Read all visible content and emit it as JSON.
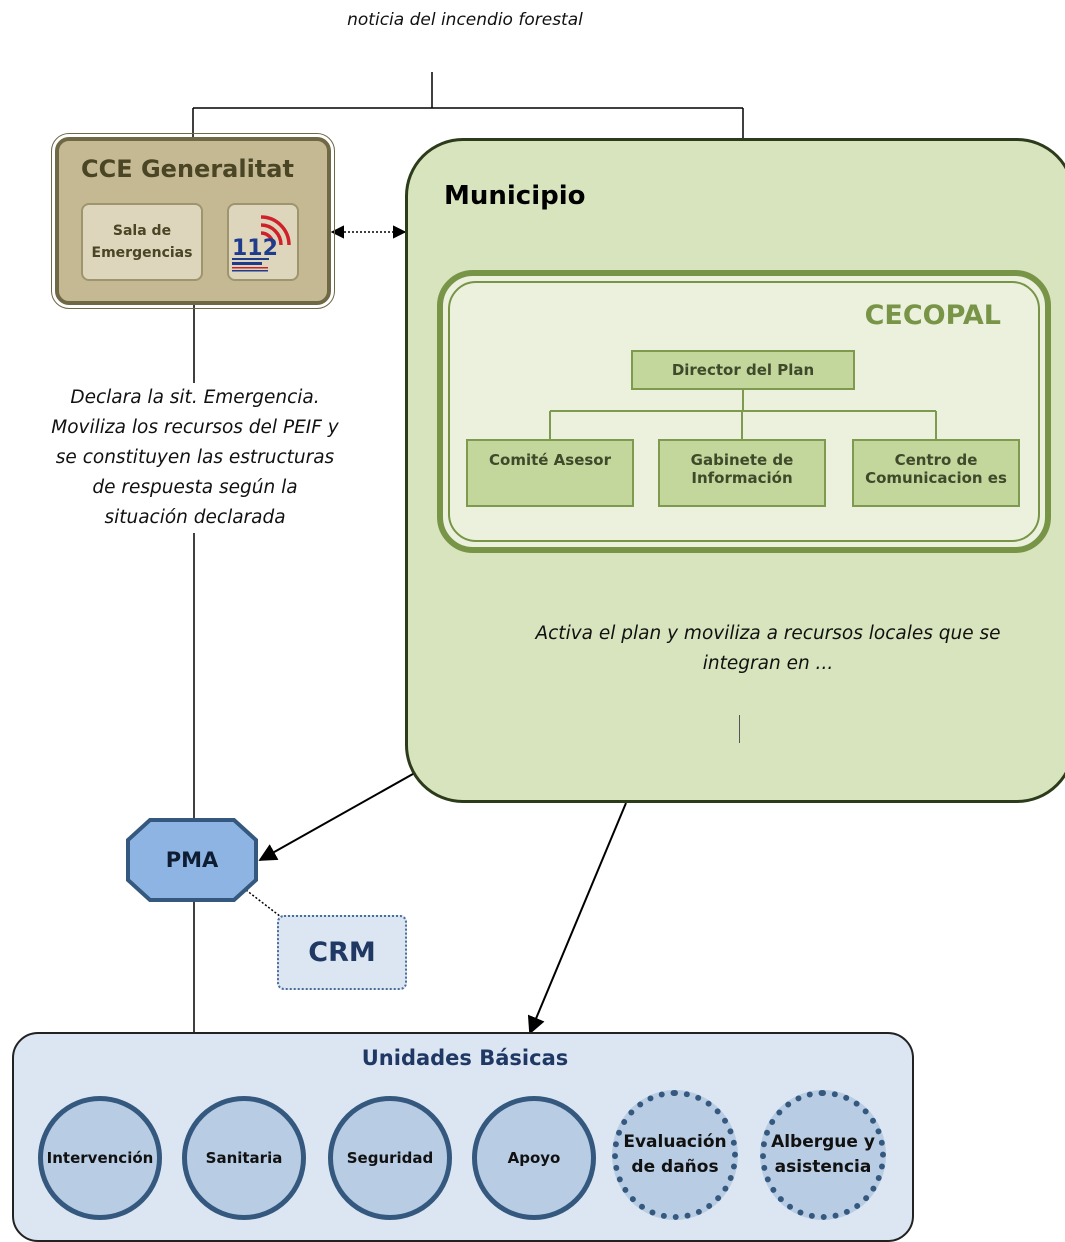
{
  "top_note": "noticia del incendio forestal",
  "cce": {
    "title": "CCE Generalitat",
    "sala_label": "Sala de Emergencias",
    "logo_number": "112",
    "logo_caption": "TELEFON D'EMERGÈNCIES COMUNITAT VALENCIANA"
  },
  "side_note": "Declara la sit. Emergencia. Moviliza los recursos del PEIF y se constituyen las estructuras de respuesta según la situación declarada",
  "municipio": {
    "title": "Municipio",
    "cecopal": {
      "title": "CECOPAL",
      "director": "Director del Plan",
      "comite": "Comité Asesor",
      "gabinete": "Gabinete de Información",
      "centro": "Centro de Comunicacion es"
    },
    "note": "Activa el plan y moviliza a recursos locales que se integran en ..."
  },
  "pma": {
    "label": "PMA"
  },
  "crm": {
    "label": "CRM"
  },
  "unidades": {
    "title": "Unidades Básicas",
    "items": [
      {
        "label": "Intervención",
        "style": "solid"
      },
      {
        "label": "Sanitaria",
        "style": "solid"
      },
      {
        "label": "Seguridad",
        "style": "solid"
      },
      {
        "label": "Apoyo",
        "style": "solid"
      },
      {
        "label": "Evaluación de daños",
        "style": "dotted"
      },
      {
        "label": "Albergue y asistencia",
        "style": "dotted"
      }
    ]
  },
  "colors": {
    "cce_fill": "#c4b992",
    "municipio_fill": "#d8e4bd",
    "cecopal_green": "#789447",
    "pma_fill": "#8eb4e3",
    "unidades_fill": "#dce6f2",
    "unit_border": "#35587f"
  }
}
